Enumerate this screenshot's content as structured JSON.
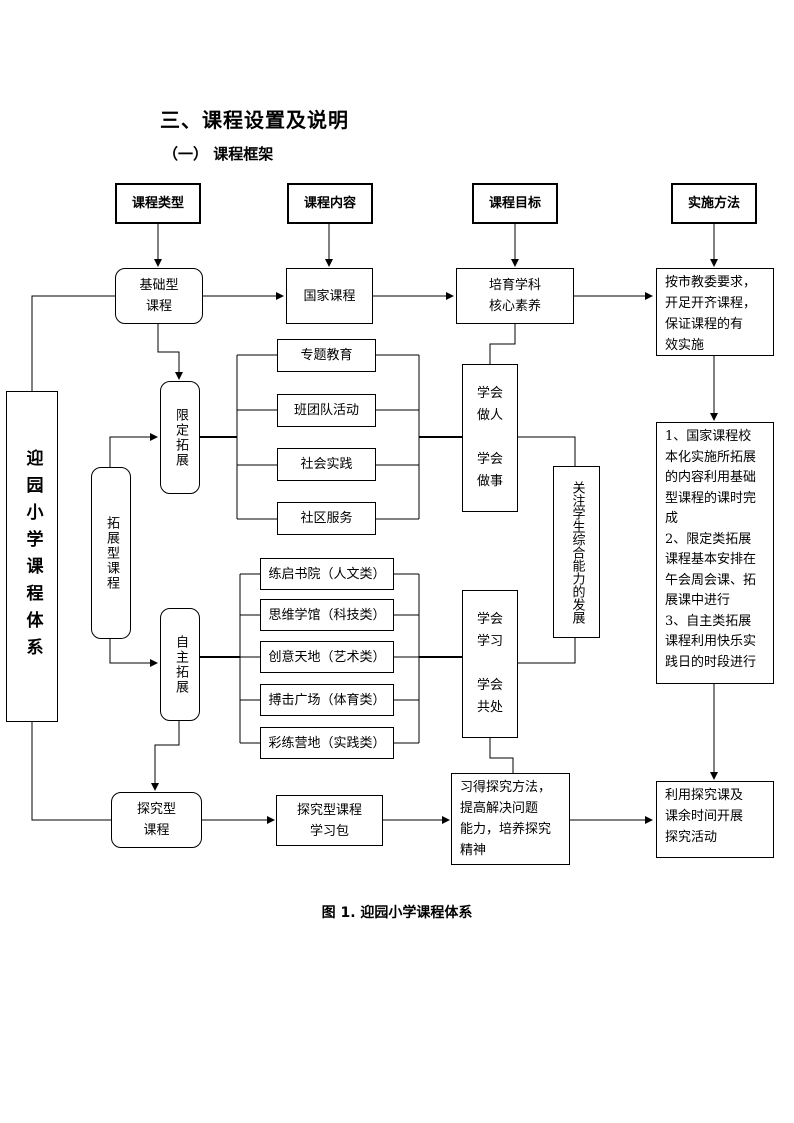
{
  "heading": "三、课程设置及说明",
  "subheading": "（一）  课程框架",
  "headers": {
    "type": "课程类型",
    "content": "课程内容",
    "goal": "课程目标",
    "method": "实施方法"
  },
  "nodes": {
    "basic": "基础型\n课程",
    "national": "国家课程",
    "core": "培育学科\n核心素养",
    "method1": "按市教委要求，\n开足开齐课程，\n保证课程的有\n效实施",
    "system": "迎园小学课程体系",
    "extended": "拓展型课程",
    "limited": "限定拓展",
    "free": "自主拓展",
    "inquiry": "探究型\n课程",
    "inquiry_pack": "探究型课程\n学习包",
    "inquiry_goal": "习得探究方法，\n提高解决问题\n能力，培养探究\n精神",
    "method3": "利用探究课及\n课余时间开展\n探究活动",
    "learn_person": "学会\n做人\n\n学会\n做事",
    "learn_study": "学会\n学习\n\n学会\n共处",
    "develop": "关注学生综合能力的发展",
    "method2": "1、国家课程校\n本化实施所拓展\n的内容利用基础\n型课程的课时完\n成\n2、限定类拓展\n课程基本安排在\n午会周会课、拓\n展课中进行\n3、自主类拓展\n课程利用快乐实\n践日的时段进行"
  },
  "limited_items": [
    "专题教育",
    "班团队活动",
    "社会实践",
    "社区服务"
  ],
  "free_items": [
    "练启书院（人文类）",
    "思维学馆（科技类）",
    "创意天地（艺术类）",
    "搏击广场（体育类）",
    "彩练营地（实践类）"
  ],
  "caption": "图 1.  迎园小学课程体系"
}
